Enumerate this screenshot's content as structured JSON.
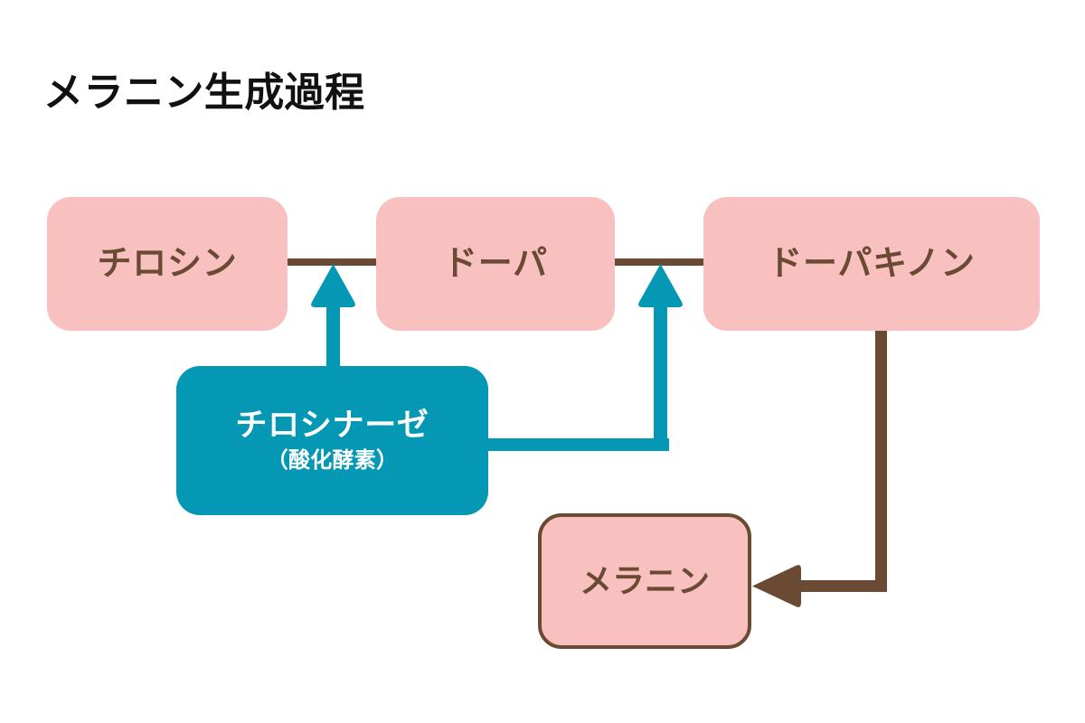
{
  "page": {
    "title": "メラニン生成過程",
    "background": "#ffffff"
  },
  "colors": {
    "pink_fill": "#f9c0c0",
    "brown": "#6b4a33",
    "teal": "#0498b4",
    "white": "#ffffff",
    "title_color": "#111111"
  },
  "nodes": {
    "tyrosine": {
      "label": "チロシン",
      "fill": "#f9c0c0",
      "text_color": "#6b4a33"
    },
    "dopa": {
      "label": "ドーパ",
      "fill": "#f9c0c0",
      "text_color": "#6b4a33"
    },
    "dopaquinone": {
      "label": "ドーパキノン",
      "fill": "#f9c0c0",
      "text_color": "#6b4a33"
    },
    "tyrosinase": {
      "label": "チロシナーゼ",
      "sublabel": "（酸化酵素）",
      "fill": "#0498b4",
      "text_color": "#ffffff"
    },
    "melanin": {
      "label": "メラニン",
      "fill": "#f9c0c0",
      "text_color": "#6b4a33",
      "border_color": "#6b4a33"
    }
  },
  "edges": [
    {
      "name": "tyrosine-to-dopa-link",
      "from": "tyrosine",
      "to": "dopa",
      "style": "line",
      "color": "#6b4a33"
    },
    {
      "name": "dopa-to-dopaquinone-link",
      "from": "dopa",
      "to": "dopaquinone",
      "style": "line",
      "color": "#6b4a33"
    },
    {
      "name": "tyrosinase-to-step1-arrow",
      "from": "tyrosinase",
      "to": "tyrosine-to-dopa-link",
      "style": "arrow",
      "color": "#0498b4"
    },
    {
      "name": "tyrosinase-to-step2-arrow",
      "from": "tyrosinase",
      "to": "dopa-to-dopaquinone-link",
      "style": "arrow",
      "color": "#0498b4"
    },
    {
      "name": "dopaquinone-to-melanin-arrow",
      "from": "dopaquinone",
      "to": "melanin",
      "style": "arrow",
      "color": "#6b4a33"
    }
  ]
}
